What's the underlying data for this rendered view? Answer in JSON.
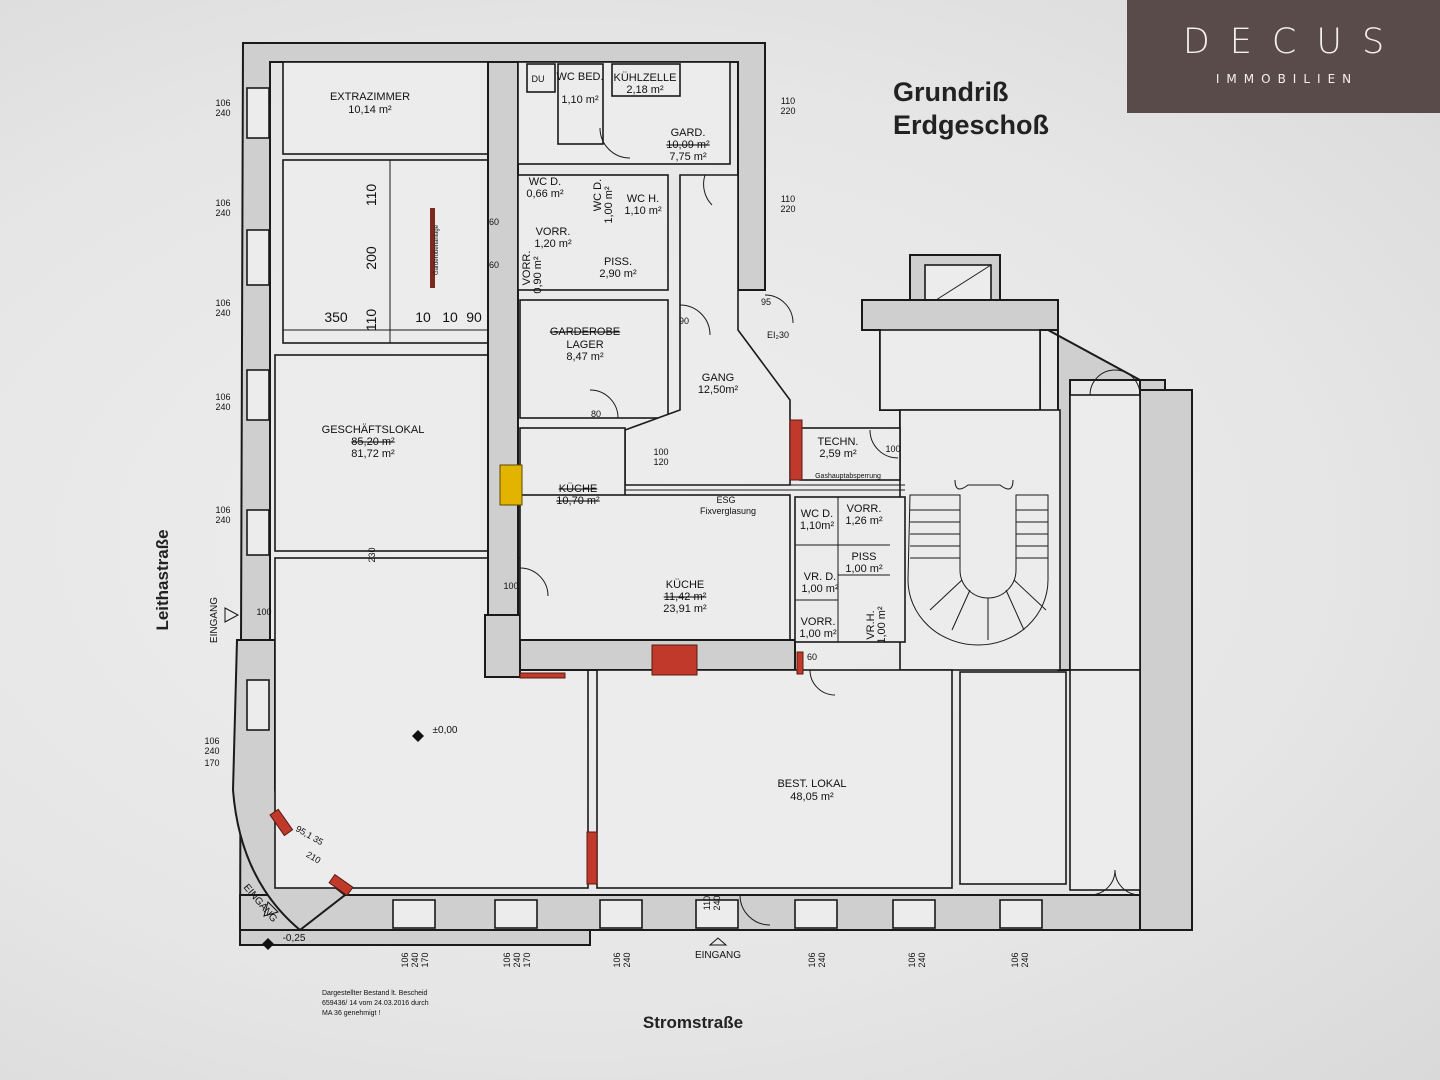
{
  "title": {
    "line1": "Grundriß",
    "line2": "Erdgeschoß"
  },
  "logo": {
    "brand": "DECUS",
    "subtitle": "IMMOBILIEN"
  },
  "streets": {
    "left": "Leithastraße",
    "bottom": "Stromstraße"
  },
  "rooms": {
    "extrazimmer": {
      "name": "EXTRAZIMMER",
      "area": "10,14 m²"
    },
    "du": {
      "name": "DU"
    },
    "wc_bed": {
      "name": "WC BED.",
      "area": "1,10 m²"
    },
    "kuehlzelle": {
      "name": "KÜHLZELLE",
      "area": "2,18 m²"
    },
    "gard": {
      "name": "GARD.",
      "area_old": "10,09 m²",
      "area": "7,75 m²"
    },
    "wc_d_top": {
      "name": "WC D.",
      "area": "0,66 m²"
    },
    "wc_d2": {
      "name": "WC D.",
      "area": "1,00 m²"
    },
    "wc_h": {
      "name": "WC H.",
      "area": "1,10 m²"
    },
    "vorr_top": {
      "name": "VORR.",
      "area": "1,20 m²"
    },
    "vorr_small": {
      "name": "VORR.",
      "area": "0,90 m²"
    },
    "piss_top": {
      "name": "PISS.",
      "area": "2,90 m²"
    },
    "garderobe": {
      "name_old": "GARDEROBE",
      "name": "LAGER",
      "area": "8,47 m²"
    },
    "gang": {
      "name": "GANG",
      "area": "12,50m²"
    },
    "geschaeftslokal": {
      "name": "GESCHÄFTSLOKAL",
      "area_old": "85,20 m²",
      "area": "81,72 m²"
    },
    "kueche_small": {
      "name": "KÜCHE",
      "area": "10,70 m²"
    },
    "kueche": {
      "name": "KÜCHE",
      "area_old": "11,42 m²",
      "area": "23,91 m²"
    },
    "techn": {
      "name": "TECHN.",
      "area": "2,59 m²"
    },
    "wc_d_mid": {
      "name": "WC D.",
      "area": "1,10m²"
    },
    "vorr_mid": {
      "name": "VORR.",
      "area": "1,26 m²"
    },
    "piss_mid": {
      "name": "PISS",
      "area": "1,00 m²"
    },
    "vr_d": {
      "name": "VR. D.",
      "area": "1,00 m²"
    },
    "vorr_low": {
      "name": "VORR.",
      "area": "1,00 m²"
    },
    "vr_h": {
      "name": "VR.H.",
      "area": "1,00 m²"
    },
    "best_lokal": {
      "name": "BEST. LOKAL",
      "area": "48,05 m²"
    }
  },
  "labels": {
    "gashaupt": "Gashauptabsperrung",
    "esg": "ESG",
    "fixverglasung": "Fixverglasung",
    "garderobenanlage": "Garderobenanlage",
    "elevation_main": "±0,00",
    "elevation_ext": "-0,25",
    "eingang": "EINGANG",
    "el30": "EI₂30"
  },
  "dimensions": {
    "d350": "350",
    "d200": "200",
    "d110a": "110",
    "d110b": "110",
    "d10a": "10",
    "d10b": "10",
    "d90": "90",
    "win_106": "106",
    "win_240": "240",
    "win_170": "170",
    "win_220": "220",
    "win_110": "110",
    "door_100": "100",
    "door_120": "120",
    "door_60": "60",
    "door_80": "80",
    "door_90": "90",
    "door_95": "95",
    "w_95_135": "95,1 35",
    "w_210": "210",
    "w_230": "230"
  },
  "note": {
    "line1": "Dargestellter Bestand lt. Bescheid",
    "line2": "659436/ 14 vom 24.03.2016 durch",
    "line3": "MA 36 genehmigt !"
  },
  "colors": {
    "fire_wall": "#c0392b",
    "highlight": "#e2b400",
    "logo_bg": "#5a4b4b"
  }
}
